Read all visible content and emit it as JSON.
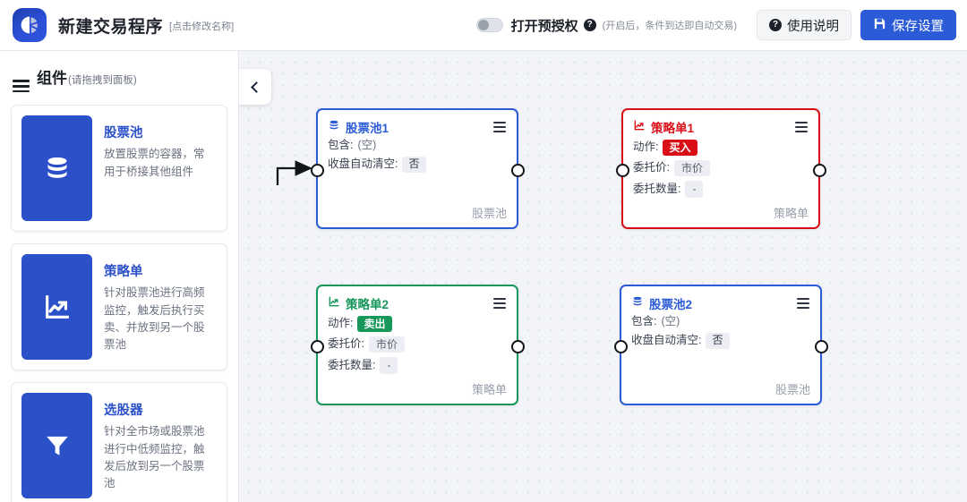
{
  "header": {
    "logo_icon": "app-logo-icon",
    "title": "新建交易程序",
    "title_hint": "[点击修改名称]",
    "toggle": {
      "label": "打开预授权",
      "state": "off",
      "help_icon": "question-mark-icon",
      "note": "(开启后，条件到达即自动交易)"
    },
    "buttons": {
      "help": {
        "label": "使用说明",
        "icon": "question-mark-icon"
      },
      "save": {
        "label": "保存设置",
        "icon": "save-disk-icon"
      }
    }
  },
  "sidebar": {
    "menu_icon": "hamburger-icon",
    "title": "组件",
    "subtitle": "(请拖拽到面板)",
    "cards": [
      {
        "icon": "database-icon",
        "name": "股票池",
        "desc": "放置股票的容器，常用于桥接其他组件"
      },
      {
        "icon": "chart-line-up-icon",
        "name": "策略单",
        "desc": "针对股票池进行高频监控，触发后执行买卖、并放到另一个股票池"
      },
      {
        "icon": "funnel-filter-icon",
        "name": "选股器",
        "desc": "针对全市场或股票池进行中低频监控，触发后放到另一个股票池"
      }
    ]
  },
  "canvas": {
    "collapse_icon": "chevron-left-icon",
    "nodes": [
      {
        "id": "pool1",
        "color": "blue",
        "icon": "database-icon",
        "title": "股票池1",
        "footer": "股票池",
        "rows": [
          {
            "label": "包含:",
            "value": "(空)",
            "style": "muted"
          },
          {
            "label": "收盘自动清空:",
            "value": "否",
            "style": "chip"
          }
        ]
      },
      {
        "id": "strategy1",
        "color": "red",
        "icon": "chart-line-up-icon",
        "title": "策略单1",
        "footer": "策略单",
        "rows": [
          {
            "label": "动作:",
            "value": "买入",
            "style": "buy"
          },
          {
            "label": "委托价:",
            "value": "市价",
            "style": "chip"
          },
          {
            "label": "委托数量:",
            "value": "-",
            "style": "chip"
          }
        ]
      },
      {
        "id": "strategy2",
        "color": "green",
        "icon": "chart-line-up-icon",
        "title": "策略单2",
        "footer": "策略单",
        "rows": [
          {
            "label": "动作:",
            "value": "卖出",
            "style": "sell"
          },
          {
            "label": "委托价:",
            "value": "市价",
            "style": "chip"
          },
          {
            "label": "委托数量:",
            "value": "-",
            "style": "chip"
          }
        ]
      },
      {
        "id": "pool2",
        "color": "blue",
        "icon": "database-icon",
        "title": "股票池2",
        "footer": "股票池",
        "rows": [
          {
            "label": "包含:",
            "value": "(空)",
            "style": "muted"
          },
          {
            "label": "收盘自动清空:",
            "value": "否",
            "style": "chip"
          }
        ]
      }
    ],
    "connections": [
      {
        "from": "pool1",
        "to": "strategy1"
      },
      {
        "from": "strategy1",
        "to": "pool2"
      },
      {
        "from": "pool2",
        "to": "strategy2"
      },
      {
        "from": "strategy2",
        "to": "pool1"
      }
    ]
  },
  "colors": {
    "brand": "#2b5bd7",
    "pool": "#2b5bd7",
    "buy": "#d90f18",
    "sell": "#17985a",
    "canvas_bg": "#f2f4f8"
  }
}
